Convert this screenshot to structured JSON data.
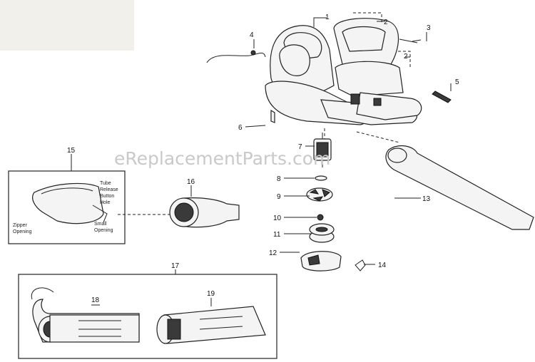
{
  "watermark": "eReplacementParts.com",
  "callouts": {
    "c1": "1",
    "c2a": "2",
    "c2b": "2",
    "c3": "3",
    "c4": "4",
    "c5": "5",
    "c6": "6",
    "c7": "7",
    "c8": "8",
    "c9": "9",
    "c10": "10",
    "c11": "11",
    "c12": "12",
    "c13": "13",
    "c14": "14",
    "c15": "15",
    "c16": "16",
    "c17": "17",
    "c18": "18",
    "c19": "19"
  },
  "bag_labels": {
    "tube_1": "Tube",
    "tube_2": "Release",
    "tube_3": "Button",
    "tube_4": "Hole",
    "zipper_1": "Zipper",
    "zipper_2": "Opening",
    "small_1": "Small",
    "small_2": "Opening"
  }
}
